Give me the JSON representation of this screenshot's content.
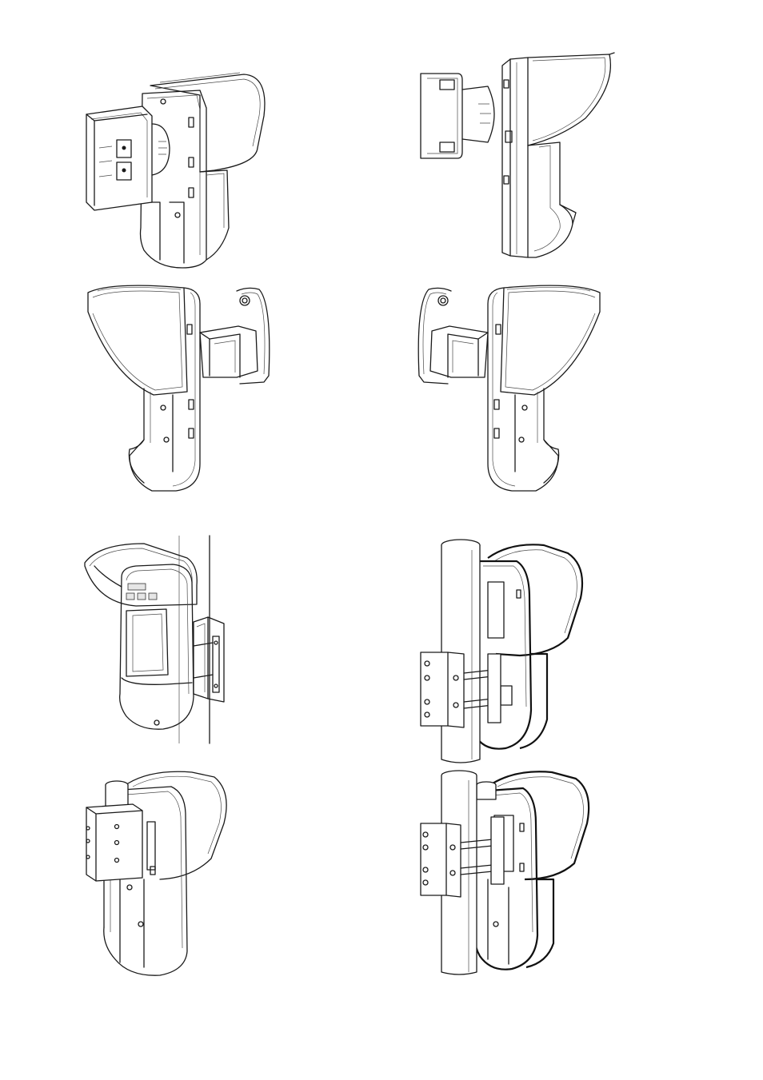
{
  "figures": [
    {
      "id": "fig-1",
      "subject": "detector-with-wall-box-mount"
    },
    {
      "id": "fig-2",
      "subject": "detector-side-view-wall-bracket"
    },
    {
      "id": "fig-3",
      "subject": "detector-with-swivel-bracket-right"
    },
    {
      "id": "fig-4",
      "subject": "detector-with-swivel-bracket-left"
    },
    {
      "id": "fig-5",
      "subject": "detector-front-view-wall-mounted"
    },
    {
      "id": "fig-6",
      "subject": "detector-on-pole-clamp-rear"
    },
    {
      "id": "fig-7",
      "subject": "detector-with-pole-adapter-block"
    },
    {
      "id": "fig-8",
      "subject": "detector-on-pole-clamp-side"
    }
  ],
  "colors": {
    "line": "#1a1a1a",
    "thin_line": "#4a4a4a",
    "background": "#ffffff"
  }
}
